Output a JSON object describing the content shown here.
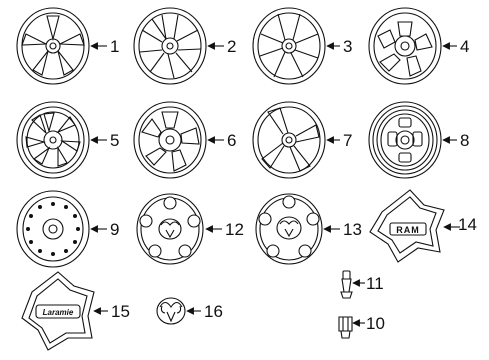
{
  "callouts": {
    "c1": "1",
    "c2": "2",
    "c3": "3",
    "c4": "4",
    "c5": "5",
    "c6": "6",
    "c7": "7",
    "c8": "8",
    "c9": "9",
    "c12": "12",
    "c13": "13",
    "c14": "14",
    "c11": "11",
    "c10": "10",
    "c15": "15",
    "c16": "16"
  },
  "logos": {
    "cap_14": "RAM",
    "cap_15": "Laramie"
  }
}
